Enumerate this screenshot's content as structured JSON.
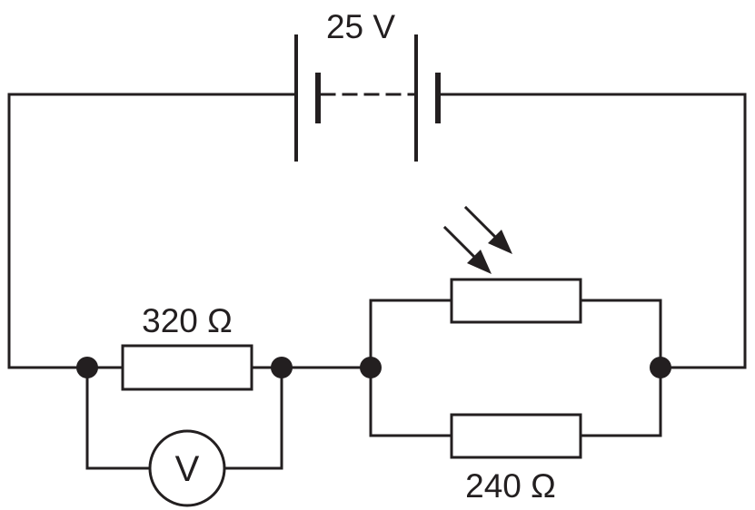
{
  "battery": {
    "label": "25 V"
  },
  "fixed_resistor": {
    "label": "320 Ω"
  },
  "parallel_resistor": {
    "label": "240 Ω"
  },
  "voltmeter": {
    "symbol": "V"
  },
  "colors": {
    "ink": "#231f20",
    "background": "#ffffff"
  }
}
